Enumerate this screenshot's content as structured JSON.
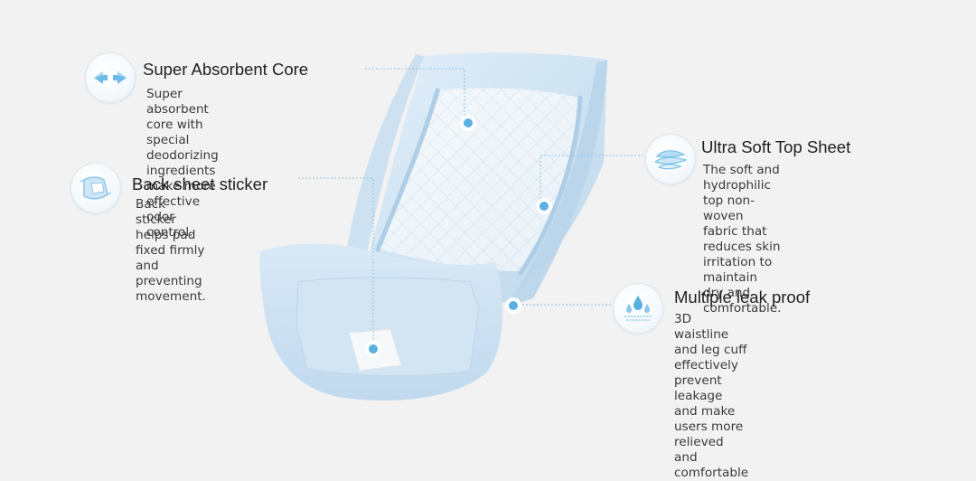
{
  "features": [
    {
      "id": "core",
      "title": "Super Absorbent Core",
      "description": "Super absorbent core with special\ndeodorizing ingredients make more\neffective odor control.",
      "icon": "arrows-inward-icon"
    },
    {
      "id": "sticker",
      "title": "Back sheet sticker",
      "description": "Back sticker helps pad fixed firmly\nand preventing movement.",
      "icon": "sticker-pad-icon"
    },
    {
      "id": "topsheet",
      "title": "Ultra Soft Top Sheet",
      "description": "The soft and hydrophilic top non-\nwoven fabric that reduces skin\nirritation to maintain dry and\ncomfortable.",
      "icon": "feathers-icon"
    },
    {
      "id": "leakproof",
      "title": "Multiple leak proof",
      "description": "3D waistline and leg cuff effectively\nprevent leakage and make users more\nrelieved and comfortable",
      "icon": "water-drops-icon"
    }
  ],
  "colors": {
    "background": "#f2f2f2",
    "accent_blue": "#5ab0e0",
    "pad_blue": "#d6e8f5",
    "leader_line": "#8fc3e6"
  }
}
